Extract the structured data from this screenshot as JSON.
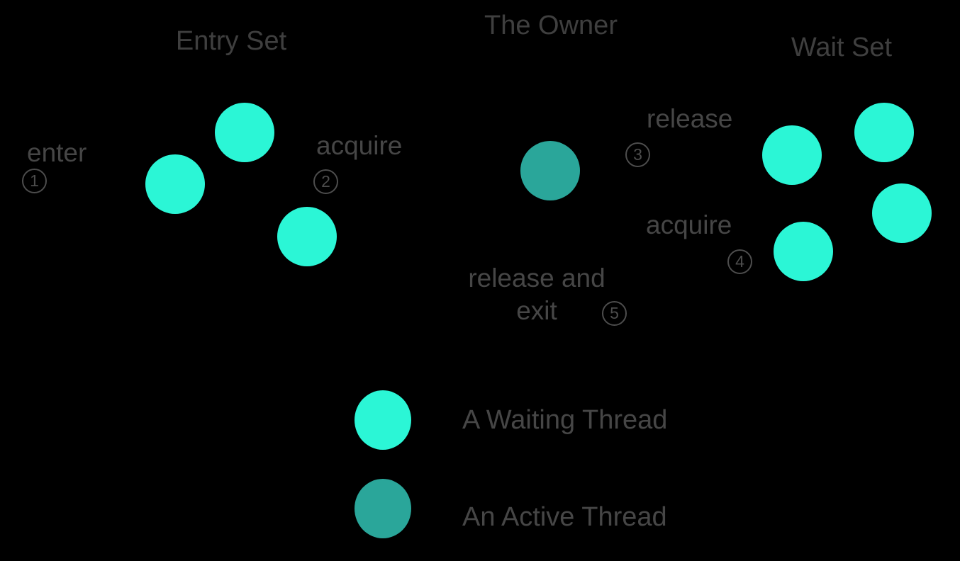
{
  "colors": {
    "background": "#000000",
    "waiting_thread": "#2BF6D6",
    "active_thread": "#2AA69A",
    "text": "#414141",
    "badge_outline": "#4d4d4d"
  },
  "titles": {
    "entry_set": "Entry Set",
    "owner": "The Owner",
    "wait_set": "Wait Set"
  },
  "steps": {
    "enter": {
      "label": "enter",
      "number": "1"
    },
    "acquire_entry": {
      "label": "acquire",
      "number": "2"
    },
    "release": {
      "label": "release",
      "number": "3"
    },
    "acquire_wait": {
      "label": "acquire",
      "number": "4"
    },
    "release_exit": {
      "line1": "release and",
      "line2": "exit",
      "number": "5"
    }
  },
  "legend": {
    "waiting": "A Waiting Thread",
    "active": "An Active Thread"
  },
  "thread_counts": {
    "entry_set": 3,
    "owner": 1,
    "wait_set": 4
  }
}
